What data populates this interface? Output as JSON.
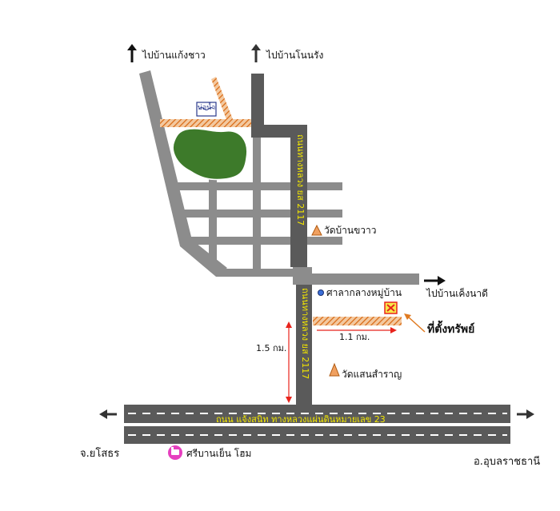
{
  "labels": {
    "to_kaeng_chao": "ไปบ้านแก้งชาว",
    "to_non_rang": "ไปบ้านโนนรัง",
    "to_keng_na_di": "ไปบ้านเค็งนาดี",
    "pond": "บ่อน้ำ",
    "wat_ban_khwao": "วัดบ้านขวาว",
    "village_hall": "ศาลากลางหมู่บ้าน",
    "property_location": "ที่ตั้งทรัพย์",
    "distance_1_1": "1.1 กม.",
    "distance_1_5": "1.5 กม.",
    "wat_saen_samran": "วัดแสนสำราญ",
    "highway_vertical_upper": "ถนนทางหลวง ยส 2117",
    "highway_vertical_lower": "ถนนทางหลวง ยส 2117",
    "main_road": "ถนน แจ้งสนิท   ทางหลวงแผ่นดินหมายเลข 23",
    "to_yasothon": "จ.ยโสธร",
    "hotel": "ศรีบานเย็น โฮม",
    "to_ubon": "อ.อุบลราชธานี"
  },
  "colors": {
    "road_gray": "#8c8c8c",
    "road_dark": "#5a5a5a",
    "highway_label": "#f2e600",
    "forest": "#3d7a2a",
    "hatch_orange": "#e07a20",
    "marker_red": "#e8231c",
    "temple_orange": "#f0a060",
    "hotel_pink": "#e63fbf",
    "hall_blue": "#3a6fd8"
  },
  "icons": {
    "north_arrow": "arrow-up-icon",
    "east_arrow": "arrow-right-icon",
    "west_arrow": "arrow-left-icon",
    "temple": "triangle-icon",
    "property": "x-box-icon",
    "hotel": "hotel-icon",
    "pond": "pond-icon"
  }
}
